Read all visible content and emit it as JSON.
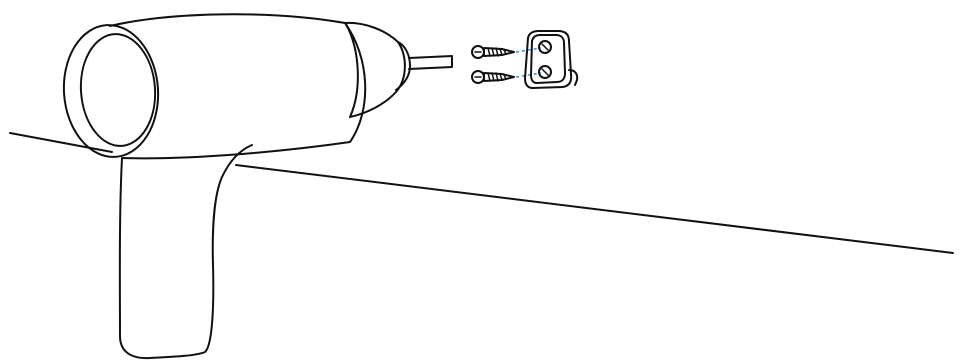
{
  "illustration": {
    "steps": [
      {
        "tool": "power-drill",
        "part": "mounting-clip",
        "fasteners": 2
      }
    ],
    "colors": {
      "line": "#111111",
      "background": "#ffffff",
      "guide": "#4a90d9"
    },
    "icons": [
      "power-drill-icon",
      "screw-icon",
      "mounting-clip-icon",
      "surface-edge"
    ]
  }
}
